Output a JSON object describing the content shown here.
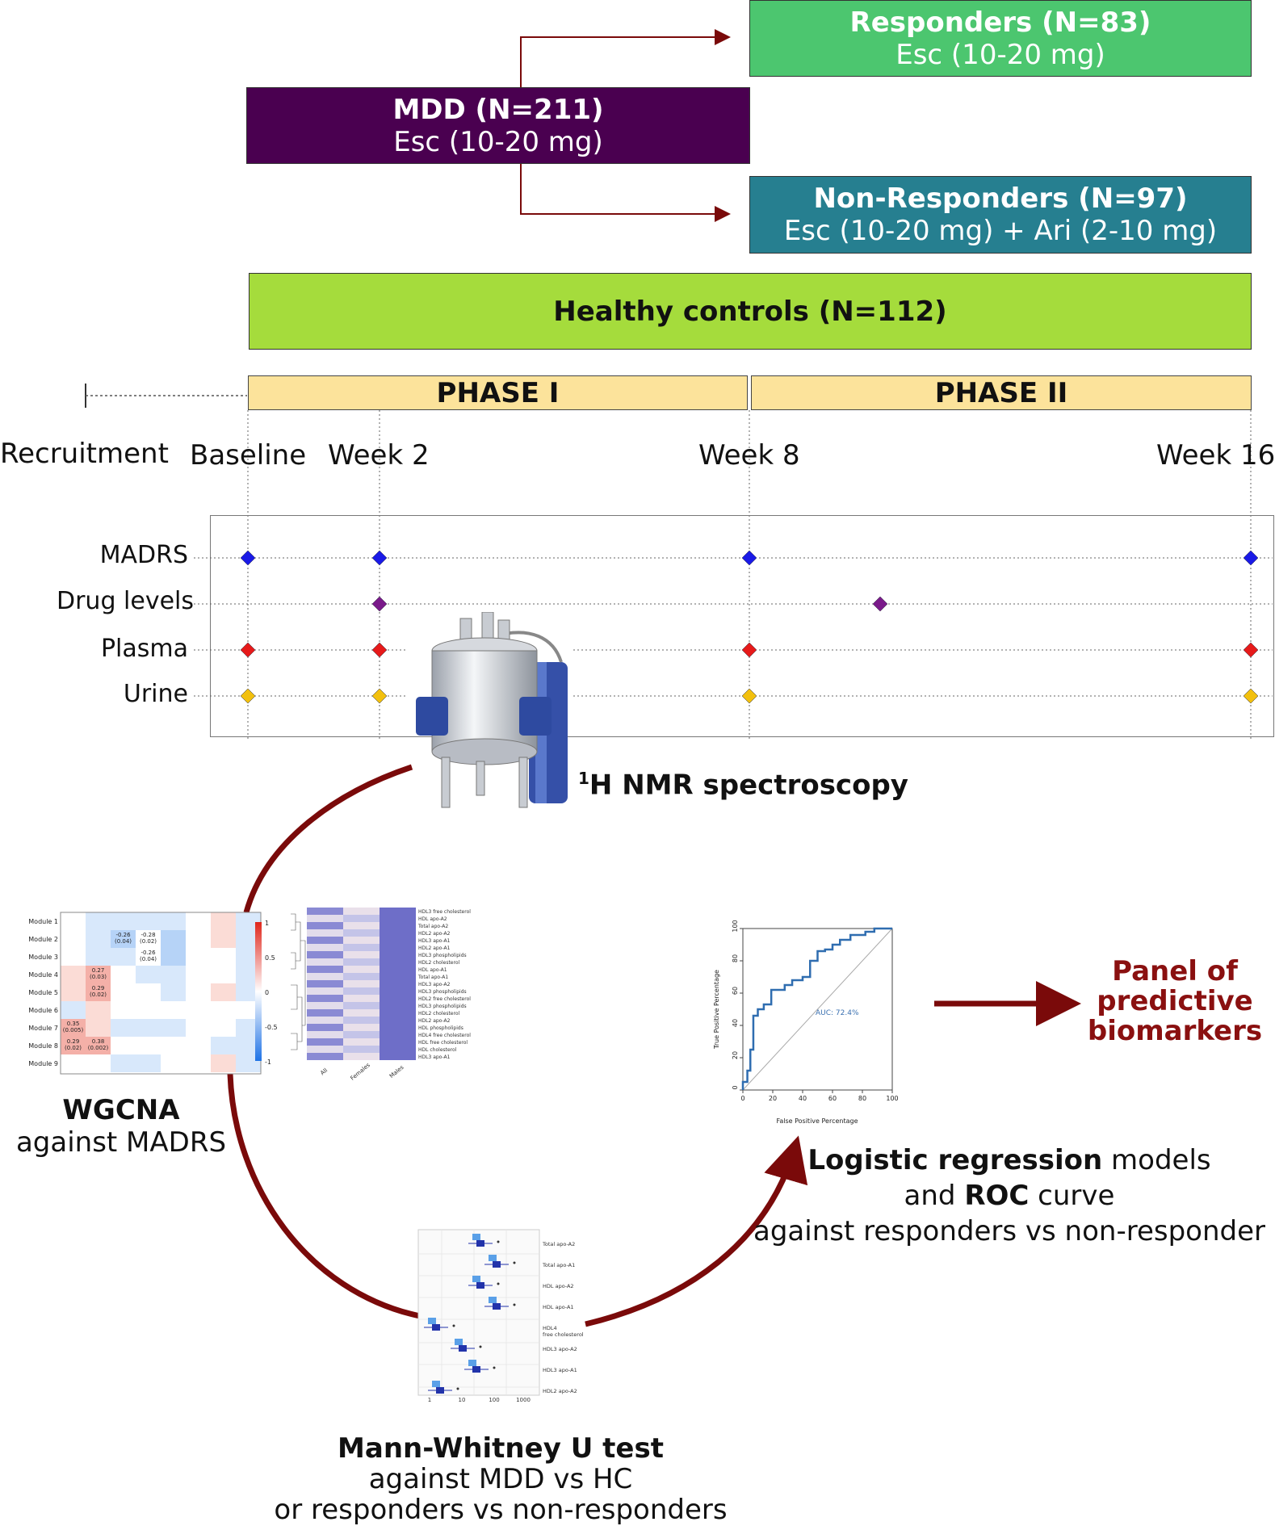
{
  "colors": {
    "mdd": "#4a0050",
    "responders": "#4cc66f",
    "nonresponders": "#267f90",
    "healthy": "#a5dc3c",
    "phase": "#fce39b",
    "arrow": "#7a0a0a",
    "madrs": "#1a1ae6",
    "drug": "#7a1a8a",
    "plasma": "#e61a1a",
    "urine": "#f2c00e"
  },
  "groups": {
    "responders": {
      "title": "Responders (N=83)",
      "drug": "Esc (10-20 mg)"
    },
    "mdd": {
      "title": "MDD (N=211)",
      "drug": "Esc (10-20 mg)"
    },
    "nonresponders": {
      "title": "Non-Responders (N=97)",
      "drug": "Esc (10-20 mg) + Ari (2-10 mg)"
    },
    "healthy": {
      "title": "Healthy controls (N=112)"
    }
  },
  "phases": {
    "phase1": "PHASE I",
    "phase2": "PHASE II"
  },
  "timepoints": {
    "recruitment": "Recruitment",
    "baseline": "Baseline",
    "week2": "Week 2",
    "week8": "Week 8",
    "week16": "Week 16"
  },
  "measures": {
    "madrs": "MADRS",
    "drug_levels": "Drug levels",
    "plasma": "Plasma",
    "urine": "Urine"
  },
  "nmr": {
    "sup": "1",
    "label": "H NMR spectroscopy"
  },
  "wgcna": {
    "title": "WGCNA",
    "subtitle": "against MADRS",
    "modules": [
      "Module 1",
      "Module 2",
      "Module 3",
      "Module 4",
      "Module 5",
      "Module 6",
      "Module 7",
      "Module 8",
      "Module 9"
    ],
    "scale": [
      "1",
      "0.5",
      "0",
      "-0.5",
      "-1"
    ],
    "cells": [
      "-0.26\n(0.04)",
      "-0.28\n(0.02)",
      "-0.26\n(0.04)",
      "0.27\n(0.03)",
      "0.29\n(0.02)",
      "0.35\n(0.005)",
      "0.29\n(0.02)",
      "0.38\n(0.002)"
    ],
    "heatmap_rows": [
      "HDL3 free cholesterol",
      "HDL apo-A2",
      "Total apo-A2",
      "HDL2 apo-A2",
      "HDL3 apo-A1",
      "HDL2 apo-A1",
      "HDL3 phospholipids",
      "HDL2 cholesterol",
      "HDL apo-A1",
      "Total apo-A1",
      "HDL3 apo-A2",
      "HDL3 phospholipids",
      "HDL2 free cholesterol",
      "HDL3 phospholipids",
      "HDL2 cholesterol",
      "HDL2 apo-A2",
      "HDL phospholipids",
      "HDL4 free cholesterol",
      "HDL free cholesterol",
      "HDL cholesterol",
      "HDL3 apo-A1"
    ],
    "heatmap_cols": [
      "All",
      "Females",
      "Males"
    ]
  },
  "mannwhitney": {
    "title": "Mann-Whitney U test",
    "line2": "against MDD vs HC",
    "line3": "or responders vs non-responders",
    "rows": [
      "Total apo-A2",
      "Total apo-A1",
      "HDL apo-A2",
      "HDL apo-A1",
      "HDL4\nfree cholesterol",
      "HDL3 apo-A2",
      "HDL3 apo-A1",
      "HDL2 apo-A2"
    ],
    "x_ticks": [
      "1",
      "10",
      "100",
      "1000"
    ]
  },
  "logistic": {
    "bold1": "Logistic regression",
    "rest1": " models",
    "pre2": "and ",
    "bold2": "ROC",
    "rest2": " curve",
    "line3": "against responders vs non-responder"
  },
  "panel": {
    "line1": "Panel of",
    "line2": "predictive",
    "line3": "biomarkers"
  },
  "chart_data": {
    "type": "line",
    "title": "",
    "xlabel": "False Positive Percentage",
    "ylabel": "True Positive Percentage",
    "xlim": [
      0,
      100
    ],
    "ylim": [
      0,
      100
    ],
    "x_ticks": [
      "0",
      "20",
      "40",
      "60",
      "80",
      "100"
    ],
    "y_ticks": [
      "0",
      "20",
      "40",
      "60",
      "80",
      "100"
    ],
    "annotation": "AUC: 72.4%",
    "series": [
      {
        "x": [
          0,
          0,
          3,
          3,
          5,
          5,
          7,
          7,
          10,
          10,
          14,
          14,
          19,
          19,
          28,
          28,
          33,
          33,
          40,
          40,
          45,
          45,
          50,
          50,
          55,
          55,
          60,
          60,
          65,
          65,
          72,
          72,
          82,
          82,
          88,
          88,
          100
        ],
        "y": [
          0,
          5,
          5,
          12,
          12,
          25,
          25,
          46,
          46,
          50,
          50,
          53,
          53,
          62,
          62,
          65,
          65,
          68,
          68,
          70,
          70,
          80,
          80,
          86,
          86,
          87,
          87,
          90,
          90,
          93,
          93,
          96,
          96,
          98,
          98,
          100,
          100
        ]
      },
      {
        "x": [
          0,
          100
        ],
        "y": [
          0,
          100
        ]
      }
    ]
  }
}
